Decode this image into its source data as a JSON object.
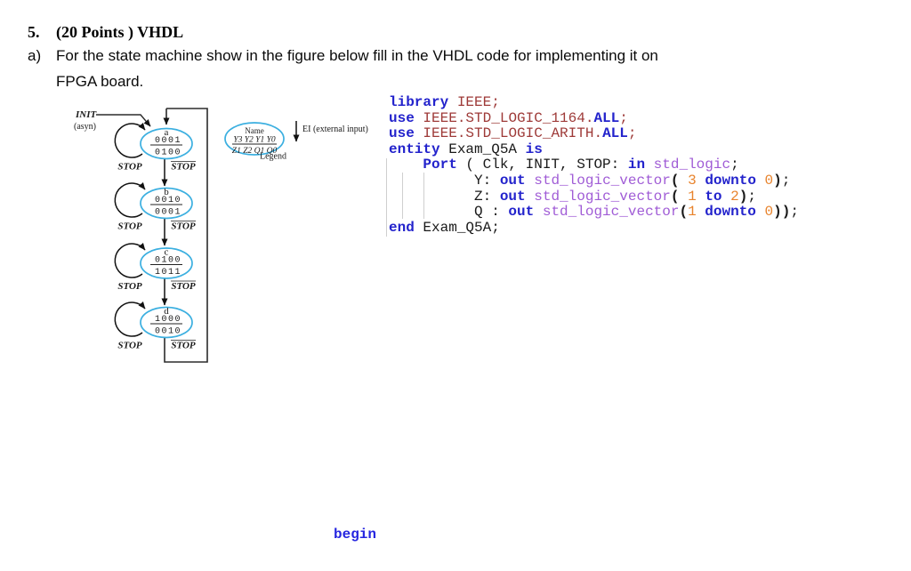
{
  "page": {
    "heading_number": "5.",
    "heading_title": "(20 Points ) VHDL",
    "item_label": "a)",
    "item_text_line1": "For the state machine show in the figure below fill in the VHDL code for implementing it on",
    "item_text_line2": "FPGA board."
  },
  "diagram": {
    "init_label": "INIT",
    "asyn_label": "(asyn)",
    "stop_label": "STOP",
    "not_stop_label": "STOP",
    "states": [
      {
        "name": "a",
        "output_code": "0001",
        "next_code": "0100"
      },
      {
        "name": "b",
        "output_code": "0010",
        "next_code": "0001"
      },
      {
        "name": "c",
        "output_code": "0100",
        "next_code": "1011"
      },
      {
        "name": "d",
        "output_code": "1000",
        "next_code": "0010"
      }
    ],
    "legend": {
      "name_label": "Name",
      "y_row": "Y3 Y2 Y1 Y0",
      "z_row": "Z1 Z2 Q1 Q0",
      "caption": "Legend",
      "ei_label": "EI (external input)"
    },
    "colors": {
      "state_ellipse": "#3BAFE0",
      "line": "#1a1a1a"
    }
  },
  "code": {
    "colors": {
      "keyword": "#2323CC",
      "library": "#9E3A38",
      "type": "#A05CD6",
      "number": "#E8832C",
      "plain": "#1A1A1A"
    },
    "lines": [
      [
        {
          "t": "library",
          "c": "k"
        },
        {
          "t": " ",
          "c": "p"
        },
        {
          "t": "IEEE;",
          "c": "l"
        }
      ],
      [
        {
          "t": "use",
          "c": "k"
        },
        {
          "t": " ",
          "c": "p"
        },
        {
          "t": "IEEE.STD_LOGIC_1164.",
          "c": "l"
        },
        {
          "t": "ALL",
          "c": "k"
        },
        {
          "t": ";",
          "c": "l"
        }
      ],
      [
        {
          "t": "use",
          "c": "k"
        },
        {
          "t": " ",
          "c": "p"
        },
        {
          "t": "IEEE.STD_LOGIC_ARITH.",
          "c": "l"
        },
        {
          "t": "ALL",
          "c": "k"
        },
        {
          "t": ";",
          "c": "l"
        }
      ],
      [
        {
          "t": "entity",
          "c": "k"
        },
        {
          "t": " Exam_Q5A ",
          "c": "p"
        },
        {
          "t": "is",
          "c": "k"
        }
      ],
      [
        {
          "t": "    ",
          "c": "p"
        },
        {
          "t": "Port",
          "c": "k"
        },
        {
          "t": " ( Clk, INIT, STOP: ",
          "c": "p"
        },
        {
          "t": "in",
          "c": "k"
        },
        {
          "t": " ",
          "c": "p"
        },
        {
          "t": "std_logic",
          "c": "t"
        },
        {
          "t": ";",
          "c": "p"
        }
      ],
      [
        {
          "t": "          Y: ",
          "c": "p"
        },
        {
          "t": "out",
          "c": "k"
        },
        {
          "t": " ",
          "c": "p"
        },
        {
          "t": "std_logic_vector",
          "c": "t"
        },
        {
          "t": "(",
          "c": "b"
        },
        {
          "t": " ",
          "c": "p"
        },
        {
          "t": "3",
          "c": "n"
        },
        {
          "t": " ",
          "c": "p"
        },
        {
          "t": "downto",
          "c": "k"
        },
        {
          "t": " ",
          "c": "p"
        },
        {
          "t": "0",
          "c": "n"
        },
        {
          "t": ")",
          "c": "b"
        },
        {
          "t": ";",
          "c": "p"
        }
      ],
      [
        {
          "t": "          Z: ",
          "c": "p"
        },
        {
          "t": "out",
          "c": "k"
        },
        {
          "t": " ",
          "c": "p"
        },
        {
          "t": "std_logic_vector",
          "c": "t"
        },
        {
          "t": "(",
          "c": "b"
        },
        {
          "t": " ",
          "c": "p"
        },
        {
          "t": "1",
          "c": "n"
        },
        {
          "t": " ",
          "c": "p"
        },
        {
          "t": "to",
          "c": "k"
        },
        {
          "t": " ",
          "c": "p"
        },
        {
          "t": "2",
          "c": "n"
        },
        {
          "t": ")",
          "c": "b"
        },
        {
          "t": ";",
          "c": "p"
        }
      ],
      [
        {
          "t": "          Q : ",
          "c": "p"
        },
        {
          "t": "out",
          "c": "k"
        },
        {
          "t": " ",
          "c": "p"
        },
        {
          "t": "std_logic_vector",
          "c": "t"
        },
        {
          "t": "(",
          "c": "b"
        },
        {
          "t": "1",
          "c": "n"
        },
        {
          "t": " ",
          "c": "p"
        },
        {
          "t": "downto",
          "c": "k"
        },
        {
          "t": " ",
          "c": "p"
        },
        {
          "t": "0",
          "c": "n"
        },
        {
          "t": "))",
          "c": "b"
        },
        {
          "t": ";",
          "c": "p"
        }
      ],
      [
        {
          "t": "end",
          "c": "k"
        },
        {
          "t": " Exam_Q5A;",
          "c": "p"
        }
      ]
    ],
    "begin_label": "begin"
  }
}
